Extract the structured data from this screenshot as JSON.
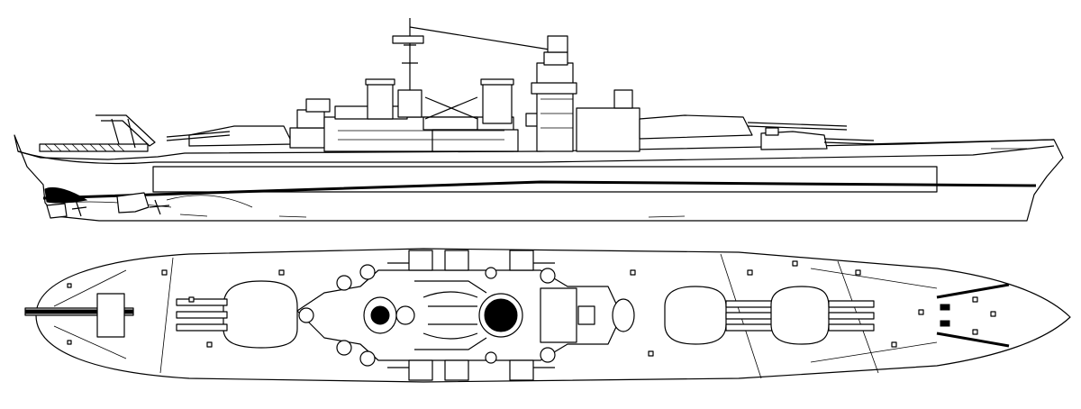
{
  "figure": {
    "style": "black-and-white line drawing",
    "views": [
      "profile",
      "plan"
    ],
    "colors": {
      "line": "#000000",
      "background": "#ffffff",
      "shade": "#777777"
    },
    "icons": [
      "battleship-profile-icon",
      "battleship-plan-icon"
    ]
  }
}
